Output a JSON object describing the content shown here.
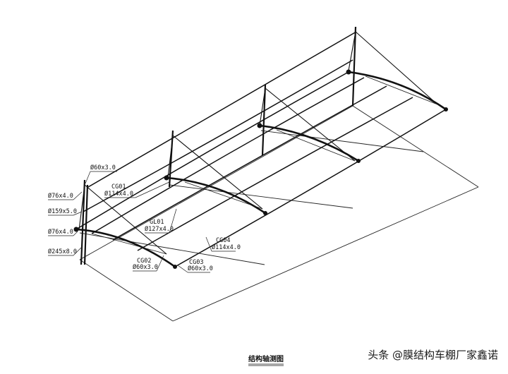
{
  "diagram": {
    "title": "结构轴测图",
    "labels": {
      "top_pipe": "Ø60x3.0",
      "pipe_76_a": "Ø76x4.0",
      "pipe_159": "Ø159x5.0",
      "pipe_76_b": "Ø76x4.0",
      "pipe_245": "Ø245x8.0",
      "cg01_code": "CG01",
      "cg01_spec": "Ø114x4.0",
      "gl01_code": "GL01",
      "gl01_spec": "Ø127x4.0",
      "cg04_code": "CG04",
      "cg04_spec": "Ø114x4.0",
      "cg02_code": "CG02",
      "cg02_spec": "Ø60x3.0",
      "cg03_code": "CG03",
      "cg03_spec": "Ø60x3.0"
    }
  },
  "watermark": "头条 @膜结构车棚厂家鑫诺"
}
